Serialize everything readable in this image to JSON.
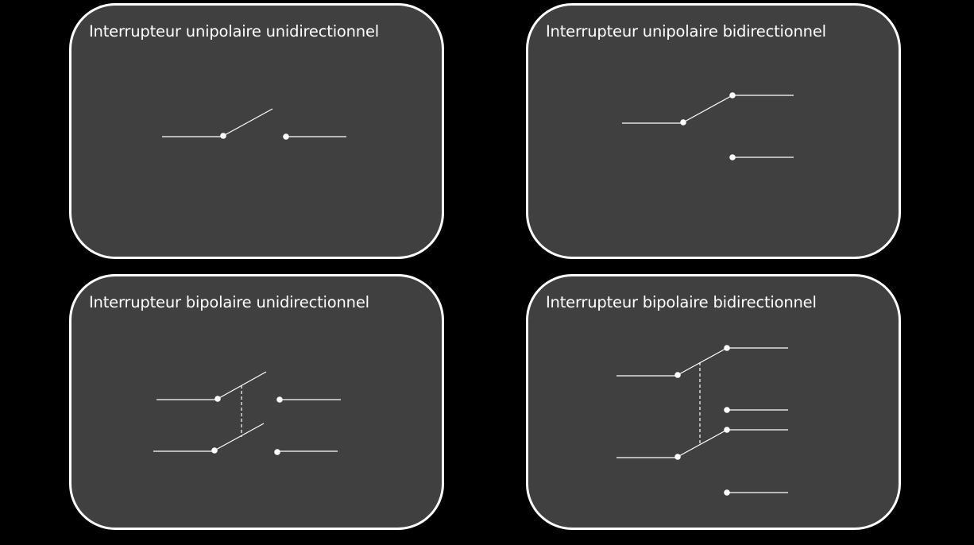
{
  "colors": {
    "background": "#000000",
    "panel_fill": "#404040",
    "panel_border": "#ffffff",
    "line": "#ffffff",
    "text": "#ffffff"
  },
  "panels": [
    {
      "title": "Interrupteur unipolaire unidirectionnel"
    },
    {
      "title": "Interrupteur unipolaire bidirectionnel"
    },
    {
      "title": "Interrupteur bipolaire unidirectionnel"
    },
    {
      "title": "Interrupteur bipolaire bidirectionnel"
    }
  ]
}
